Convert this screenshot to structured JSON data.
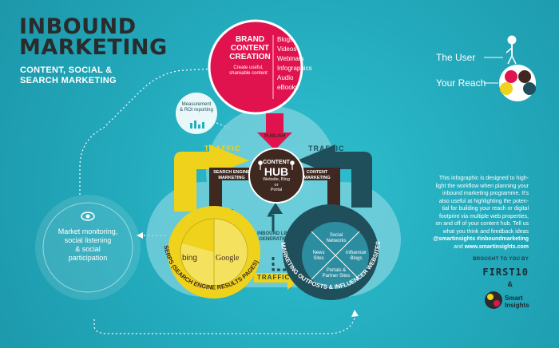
{
  "title": {
    "line1": "INBOUND",
    "line2": "MARKETING",
    "sub_line1": "CONTENT, SOCIAL &",
    "sub_line2": "SEARCH MARKETING"
  },
  "brand_content": {
    "title_l1": "BRAND",
    "title_l2": "CONTENT",
    "title_l3": "CREATION",
    "desc_l1": "Create useful,",
    "desc_l2": "shareable content",
    "items": [
      "Blogs",
      "Videos",
      "Webinars",
      "Infographics",
      "Audio",
      "eBooks"
    ]
  },
  "publish_label": "PUBLISH",
  "measurement": {
    "line1": "Measurement",
    "line2": "& ROI reporting"
  },
  "traffic_label": "TRAFFIC",
  "content_hub": {
    "title_l1": "CONTENT",
    "title_l2": "HUB",
    "desc_l1": "Website, Blog",
    "desc_l2": "or",
    "desc_l3": "Portal"
  },
  "search_engine_marketing": {
    "line1": "SEARCH ENGINE",
    "line2": "MARKETING"
  },
  "content_marketing": {
    "line1": "CONTENT",
    "line2": "MARKETING"
  },
  "inbound_link": {
    "line1": "INBOUND LINK",
    "line2": "GENERATION"
  },
  "market_monitoring": {
    "line1": "Market monitoring,",
    "line2": "social listening",
    "line3": "& social",
    "line4": "participation"
  },
  "serps": {
    "bing": "bing",
    "google": "Google",
    "arc_label": "SERPS (SEARCH ENGINE RESULTS PAGES)"
  },
  "outposts": {
    "arc_label": "MARKETING OUTPOSTS & INFLUENCER WEBSITES",
    "social_l1": "Social",
    "social_l2": "Networks",
    "news_l1": "News",
    "news_l2": "Sites",
    "influencer_l1": "Influencer",
    "influencer_l2": "Blogs",
    "portals_l1": "Portals &",
    "portals_l2": "Partner Sites"
  },
  "legend": {
    "user": "The User",
    "reach": "Your Reach"
  },
  "description": {
    "lines": [
      "This infographic is designed to high-",
      "light the workflow when planning your",
      "inbound marketing programme. It's",
      "also useful at highlighting the poten-",
      "tial for building your reach or digital",
      "footprint via multiple web properties,",
      "on and off of your content hub. Tell us",
      "what you think and feedback ideas"
    ],
    "handle": "@smartinsights #inboundmarketing",
    "and": "and",
    "site": "www.smartinsights.com"
  },
  "credits": {
    "brought_by": "BROUGHT TO YOU BY",
    "first10": "FIRST10",
    "amp": "&",
    "smart_l1": "Smart",
    "smart_l2": "Insights"
  },
  "colors": {
    "background": "#24aebf",
    "brand_pink": "#e0134f",
    "yellow": "#eed21b",
    "dark_teal": "#1f4f5a",
    "hub_brown": "#3e2820",
    "dark_text": "#2b2b2b"
  },
  "icons": [
    "eye-icon",
    "bar-chart-icon",
    "user-figure-icon",
    "globe-icon"
  ]
}
